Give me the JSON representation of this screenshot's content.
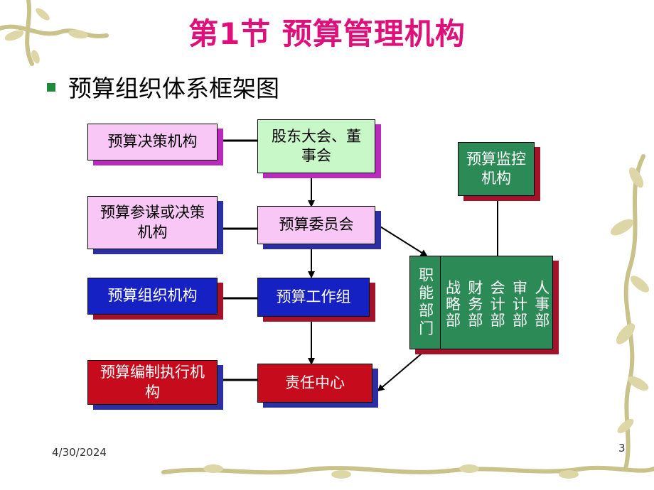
{
  "slide": {
    "title": "第1节  预算管理机构",
    "subtitle": "预算组织体系框架图",
    "date": "4/30/2024",
    "page_number": "3"
  },
  "left_column": [
    {
      "id": "decision",
      "text": "预算决策机构"
    },
    {
      "id": "advisory",
      "text": "预算参谋或决策机构"
    },
    {
      "id": "organization",
      "text": "预算组织机构"
    },
    {
      "id": "execution",
      "text": "预算编制执行机构"
    }
  ],
  "center_column": [
    {
      "id": "shareholders",
      "text": "股东大会、董事会"
    },
    {
      "id": "committee",
      "text": "预算委员会"
    },
    {
      "id": "working_group",
      "text": "预算工作组"
    },
    {
      "id": "responsibility",
      "text": "责任中心"
    }
  ],
  "monitor": {
    "text": "预算监控机构"
  },
  "functional": {
    "label": "职能部门",
    "departments": [
      "战略部",
      "财务部",
      "会计部",
      "审计部",
      "人事部"
    ]
  },
  "colors": {
    "title": "#e0107a",
    "bullet": "#1e8a3c",
    "green_box": "#c8f7c8",
    "pink_box": "#f9c7f6",
    "blue_box": "#1621c4",
    "red_box": "#c60b1c",
    "teal_box": "#2c8a57"
  }
}
